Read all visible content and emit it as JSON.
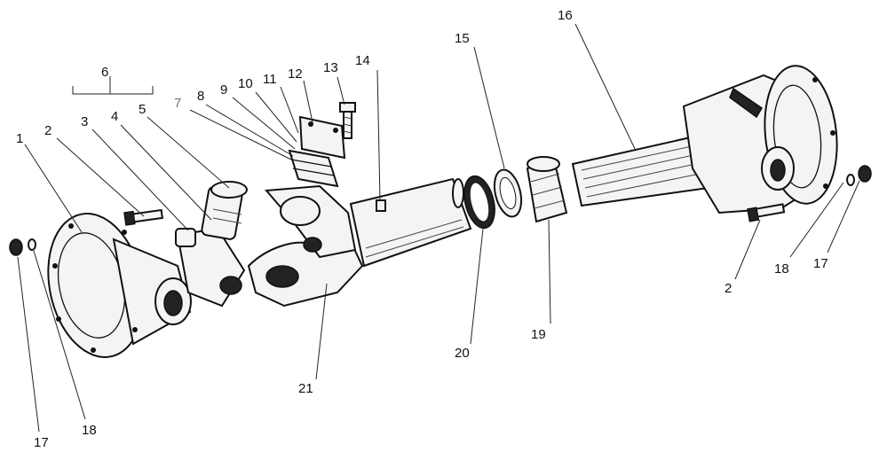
{
  "callouts": {
    "c1": "1",
    "c2a": "2",
    "c3": "3",
    "c4": "4",
    "c5": "5",
    "c6": "6",
    "c7": "7",
    "c8": "8",
    "c9": "9",
    "c10": "10",
    "c11": "11",
    "c12": "12",
    "c13": "13",
    "c14": "14",
    "c15": "15",
    "c16": "16",
    "c17a": "17",
    "c18a": "18",
    "c19": "19",
    "c20": "20",
    "c21": "21",
    "c2b": "2",
    "c18b": "18",
    "c17b": "17"
  }
}
